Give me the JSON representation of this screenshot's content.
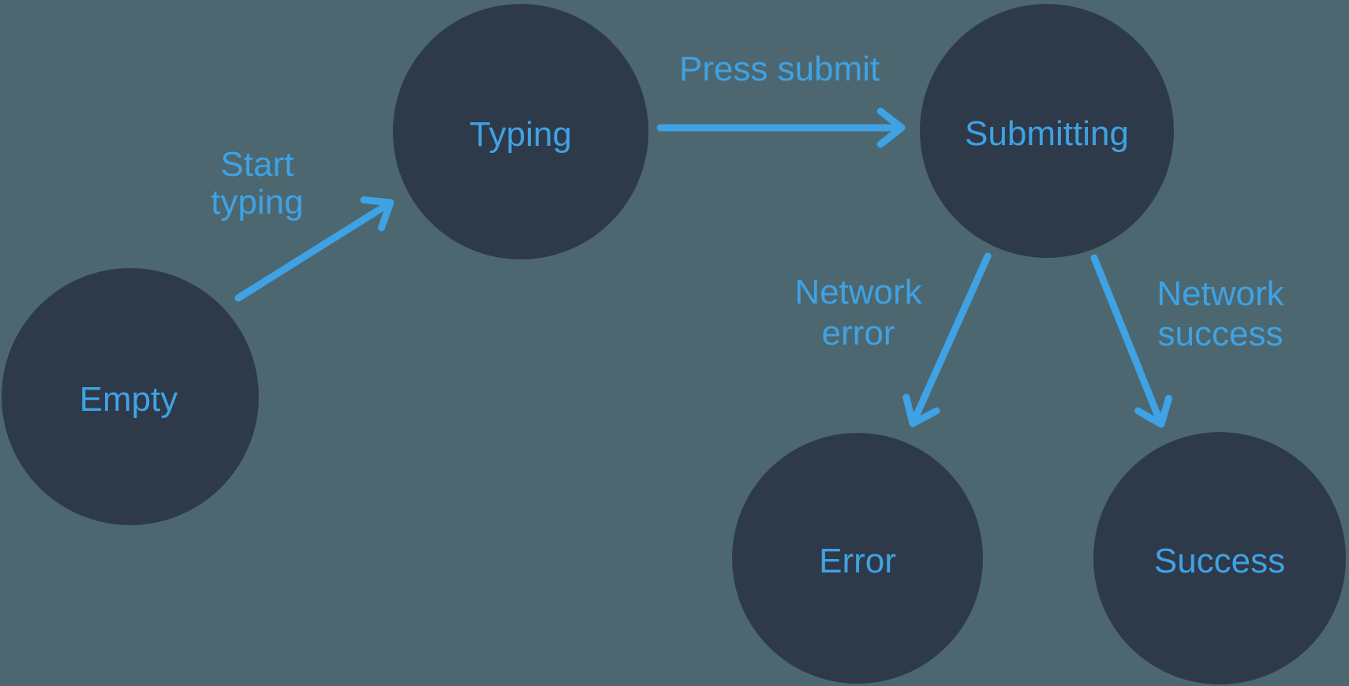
{
  "diagram": {
    "type": "state-machine",
    "colors": {
      "background": "#4C6770",
      "node_fill": "#2E3A49",
      "accent": "#3FA2E4"
    },
    "nodes": [
      {
        "id": "empty",
        "label": "Empty"
      },
      {
        "id": "typing",
        "label": "Typing"
      },
      {
        "id": "submitting",
        "label": "Submitting"
      },
      {
        "id": "error",
        "label": "Error"
      },
      {
        "id": "success",
        "label": "Success"
      }
    ],
    "edges": [
      {
        "from": "Empty",
        "to": "Typing",
        "label": "Start typing",
        "label_lines": [
          "Start",
          "typing"
        ]
      },
      {
        "from": "Typing",
        "to": "Submitting",
        "label": "Press submit",
        "label_lines": [
          "Press submit"
        ]
      },
      {
        "from": "Submitting",
        "to": "Error",
        "label": "Network error",
        "label_lines": [
          "Network",
          "error"
        ]
      },
      {
        "from": "Submitting",
        "to": "Success",
        "label": "Network success",
        "label_lines": [
          "Network",
          "success"
        ]
      }
    ]
  }
}
